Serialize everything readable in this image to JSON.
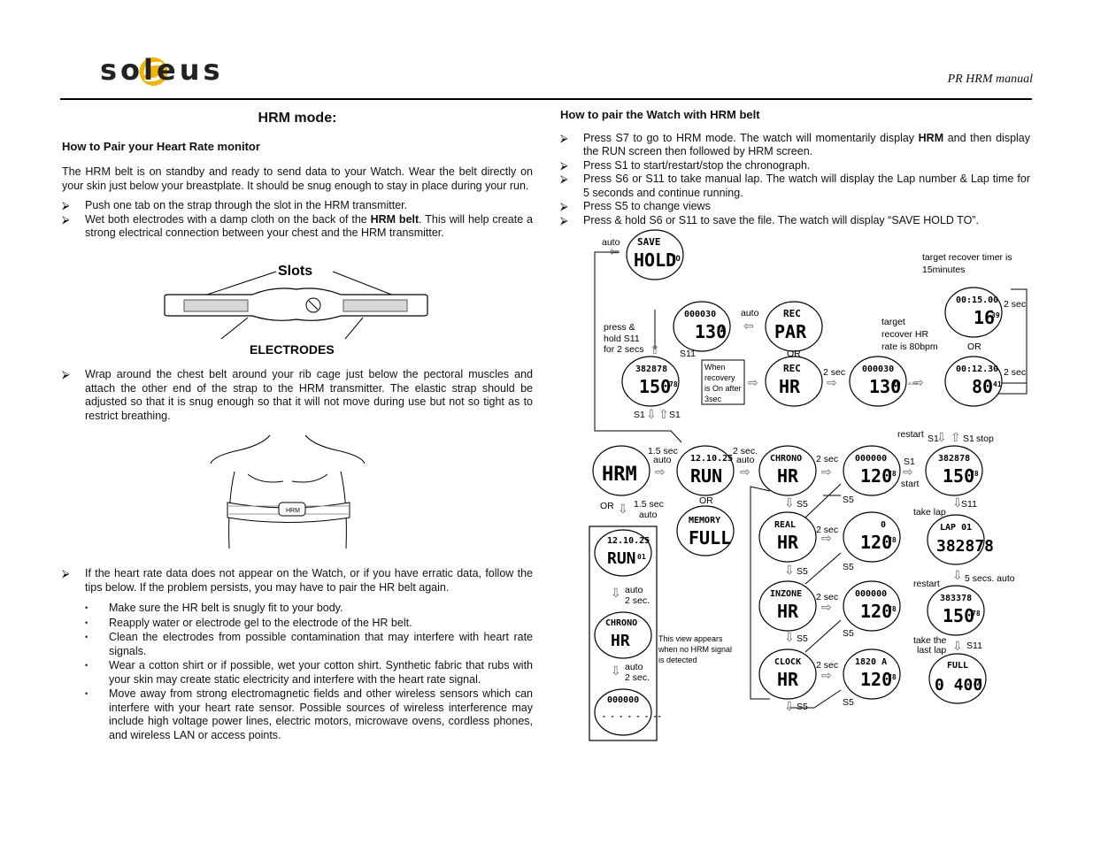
{
  "header": {
    "brand": "soleus",
    "manual_title": "PR HRM manual"
  },
  "left": {
    "mode_title": "HRM mode:",
    "section_title": "How to Pair your Heart Rate monitor",
    "intro": "The HRM belt is on standby and ready to send data to your Watch. Wear the belt directly on your skin just below your breastplate. It should be snug enough to stay in place during your run.",
    "bullets_1": [
      {
        "pre": "Push one tab on the strap through the slot in the HRM transmitter.",
        "bold": "",
        "post": ""
      },
      {
        "pre": "Wet both electrodes with a damp cloth on the back of the ",
        "bold": "HRM belt",
        "post": ". This will help create a strong electrical connection between your chest and the HRM transmitter."
      }
    ],
    "belt_figure": {
      "slots": "Slots",
      "electrodes": "ELECTRODES"
    },
    "bullet_2": "Wrap around the chest belt around your rib cage just below the pectoral muscles and attach the other end of the strap to the HRM transmitter. The elastic strap should be adjusted so that it is snug enough so that it will not move during use but not so tight as to restrict breathing.",
    "chest_figure": {
      "belt_label": "HRM"
    },
    "bullet_3": "If the heart rate data does not appear on the Watch, or if you have erratic data, follow the tips below. If the problem persists, you may have to pair the HR belt again.",
    "tips": [
      "Make sure the HR belt is snugly fit to your body.",
      "Reapply water or electrode gel to the electrode of the HR belt.",
      "Clean the electrodes from possible contamination that may interfere with heart rate signals.",
      "Wear a cotton shirt or if possible, wet your cotton shirt. Synthetic fabric that rubs with your skin may create static electricity and interfere with the heart rate signal.",
      "Move away from strong electromagnetic fields and other wireless sensors which can interfere with your heart rate sensor. Possible sources of wireless interference may include high voltage power lines, electric motors, microwave ovens, cordless phones, and wireless LAN or access points."
    ]
  },
  "right": {
    "section_title": "How to pair the Watch with HRM belt",
    "steps": [
      {
        "pre": "Press S7 to go to HRM mode. The watch will momentarily display ",
        "bold": "HRM",
        "post": " and then display the RUN screen then followed by HRM screen."
      },
      {
        "pre": "Press S1 to start/restart/stop the chronograph.",
        "bold": "",
        "post": ""
      },
      {
        "pre": "Press S6 or S11 to take manual lap. The watch will display the Lap number & Lap time for 5 seconds and continue running.",
        "bold": "",
        "post": ""
      },
      {
        "pre": "Press S5 to change views",
        "bold": "",
        "post": ""
      },
      {
        "pre": "Press & hold S6 or S11 to save the file. The watch will display “SAVE HOLD TO”.",
        "bold": "",
        "post": ""
      }
    ],
    "diagram": {
      "auto": "auto",
      "press_hold": "press &",
      "hold_s11": "hold S11",
      "for_2secs": "for 2 secs",
      "s11": "S11",
      "or": "OR",
      "target_timer_1": "target recover timer is",
      "target_timer_2": "15minutes",
      "target_hr_1": "target",
      "target_hr_2": "recover HR",
      "target_hr_3": "rate is 80bpm",
      "two_sec": "2 sec",
      "two_sec_dot": "2 sec.",
      "recovery_note": [
        "When",
        "recovery",
        "is On after",
        "3sec"
      ],
      "s1": "S1",
      "restart": "restart",
      "stop": "stop",
      "start": "start",
      "one_five_sec": "1.5 sec",
      "s5": "S5",
      "take_lap": "take lap",
      "five_secs_auto": "5 secs. auto",
      "take_the": "take the",
      "last_lap": "last lap",
      "no_signal_note": [
        "This view appears",
        "when no HRM signal",
        "is detected"
      ],
      "screens": {
        "save_top": "SAVE",
        "save_bot": "HOLD",
        "save_to": "TO",
        "t1_top": "000030",
        "t1_bot": "130",
        "t1_small": "70",
        "rec_top": "REC",
        "rec_bot": "PAR",
        "r15_top": "00:15.00",
        "r15_bot": "16",
        "r15_small": "39",
        "t2_top": "382878",
        "t2_bot": "150",
        "t2_small": "78",
        "rec2_bot": "HR",
        "r12_top": "00:12.30",
        "r12_bot": "80",
        "r12_small": "41",
        "hrm": "HRM",
        "run_top": "12.10.25",
        "run_bot": "RUN",
        "chrono_top": "CHRONO",
        "chrono_bot": "HR",
        "c1_top": "000000",
        "c1_bot": "120",
        "c1_small": "78",
        "c2_top": "382878",
        "c2_bot": "150",
        "c2_small": "78",
        "memory_top": "MEMORY",
        "memory_bot": "FULL",
        "real_top": "REAL",
        "real_bot": "HR",
        "d2_top": "0",
        "d2_bot": "120",
        "d2_small": "78",
        "lap_top": "LAP 01",
        "lap_bot": "382878",
        "inzone_top": "INZONE",
        "inzone_bot": "HR",
        "d3_top": "000000",
        "d3_bot": "120",
        "d3_small": "78",
        "r3_top": "383378",
        "r3_bot": "150",
        "r3_small": "78",
        "clock_top": "CLOCK",
        "clock_bot": "HR",
        "d4_top": "1820 A",
        "d4_bot": "120",
        "d4_small": "78",
        "full_top": "FULL",
        "full_bot": "0 400",
        "full_small": "78",
        "p1_top": "12.10.25",
        "p1_bot": "RUN",
        "p1_small": "01",
        "p2_top": "CHRONO",
        "p2_bot": "HR",
        "p3_top": "000000",
        "p3_bot": "- - - - - - --"
      }
    }
  }
}
